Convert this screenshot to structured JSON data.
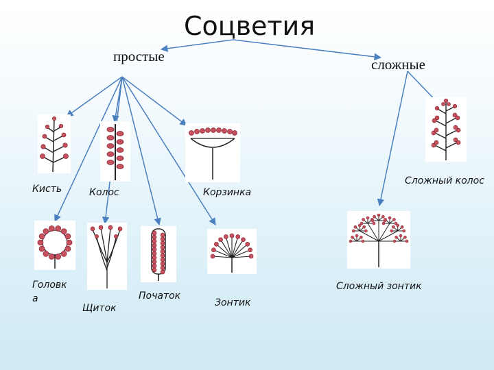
{
  "title": "Соцветия",
  "groups": {
    "simple": "простые",
    "complex": "сложные"
  },
  "labels": {
    "kist": "Кисть",
    "kolos": "Колос",
    "korzinka": "Корзинка",
    "slozhny_kolos": "Сложный колос",
    "golovka_line1": "Головк",
    "golovka_line2": "а",
    "shchitok": "Щиток",
    "pochatok": "Початок",
    "zontik": "Зонтик",
    "slozhny_zontik": "Сложный зонтик"
  },
  "colors": {
    "arrow": "#4a7fc0",
    "flower": "#c7505e",
    "flower_dark": "#8a2a36",
    "stem": "#222222"
  }
}
